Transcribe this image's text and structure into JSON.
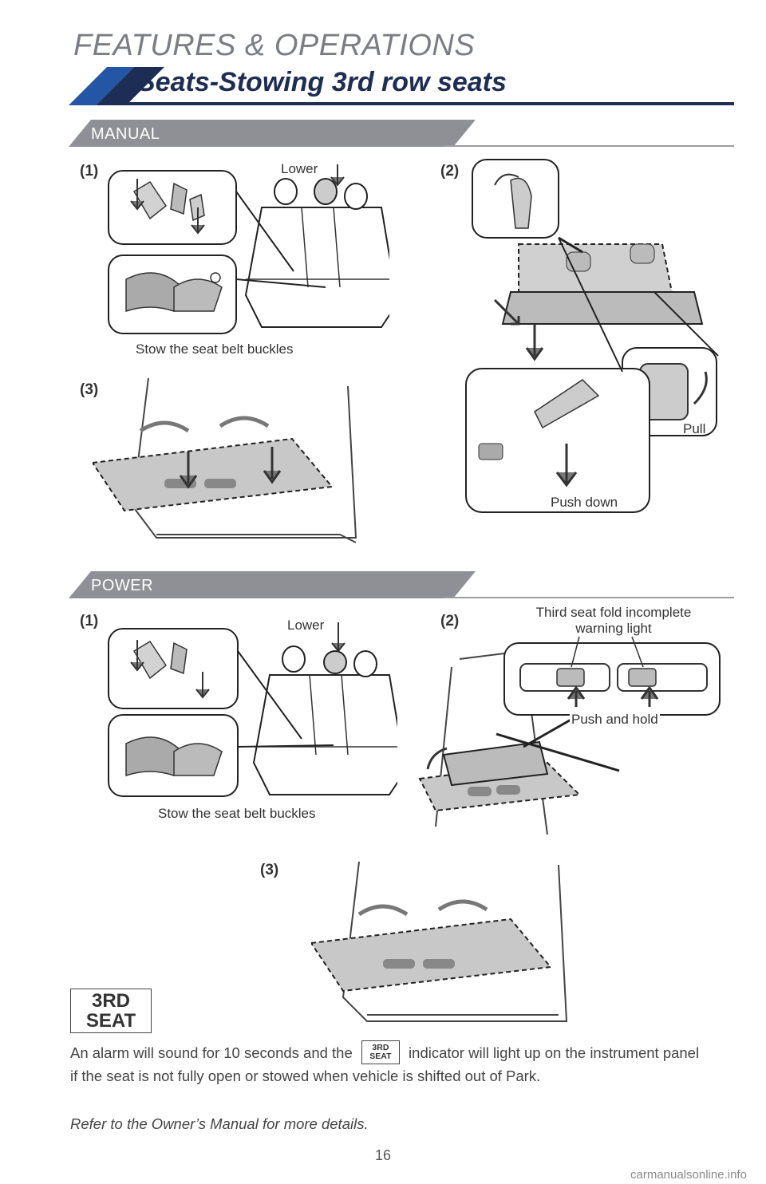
{
  "header": {
    "section": "FEATURES & OPERATIONS",
    "title": "Seats-Stowing 3rd row seats"
  },
  "manual": {
    "label": "MANUAL",
    "step1": {
      "num": "(1)",
      "lower": "Lower",
      "caption": "Stow the seat belt buckles"
    },
    "step2": {
      "num": "(2)",
      "pull": "Pull",
      "push_down": "Push down"
    },
    "step3": {
      "num": "(3)"
    }
  },
  "power": {
    "label": "POWER",
    "step1": {
      "num": "(1)",
      "lower": "Lower",
      "caption": "Stow the seat belt buckles"
    },
    "step2": {
      "num": "(2)",
      "warning_line1": "Third seat fold incomplete",
      "warning_line2": "warning light",
      "push_hold": "Push and hold"
    },
    "step3": {
      "num": "(3)"
    }
  },
  "indicator": {
    "line1": "3RD",
    "line2": "SEAT"
  },
  "body": {
    "alarm_part1": "An alarm will sound for 10 seconds and the",
    "alarm_part2": "indicator will light up on the instrument panel if the seat is not fully open or stowed when vehicle is shifted out of Park.",
    "refer": "Refer to the Owner’s Manual for more details."
  },
  "footer": {
    "page": "16",
    "watermark": "carmanualsonline.info"
  },
  "colors": {
    "navy": "#1e2d54",
    "blue": "#2456a6",
    "gray_band": "#8e9095",
    "line": "#9a9ca0"
  }
}
